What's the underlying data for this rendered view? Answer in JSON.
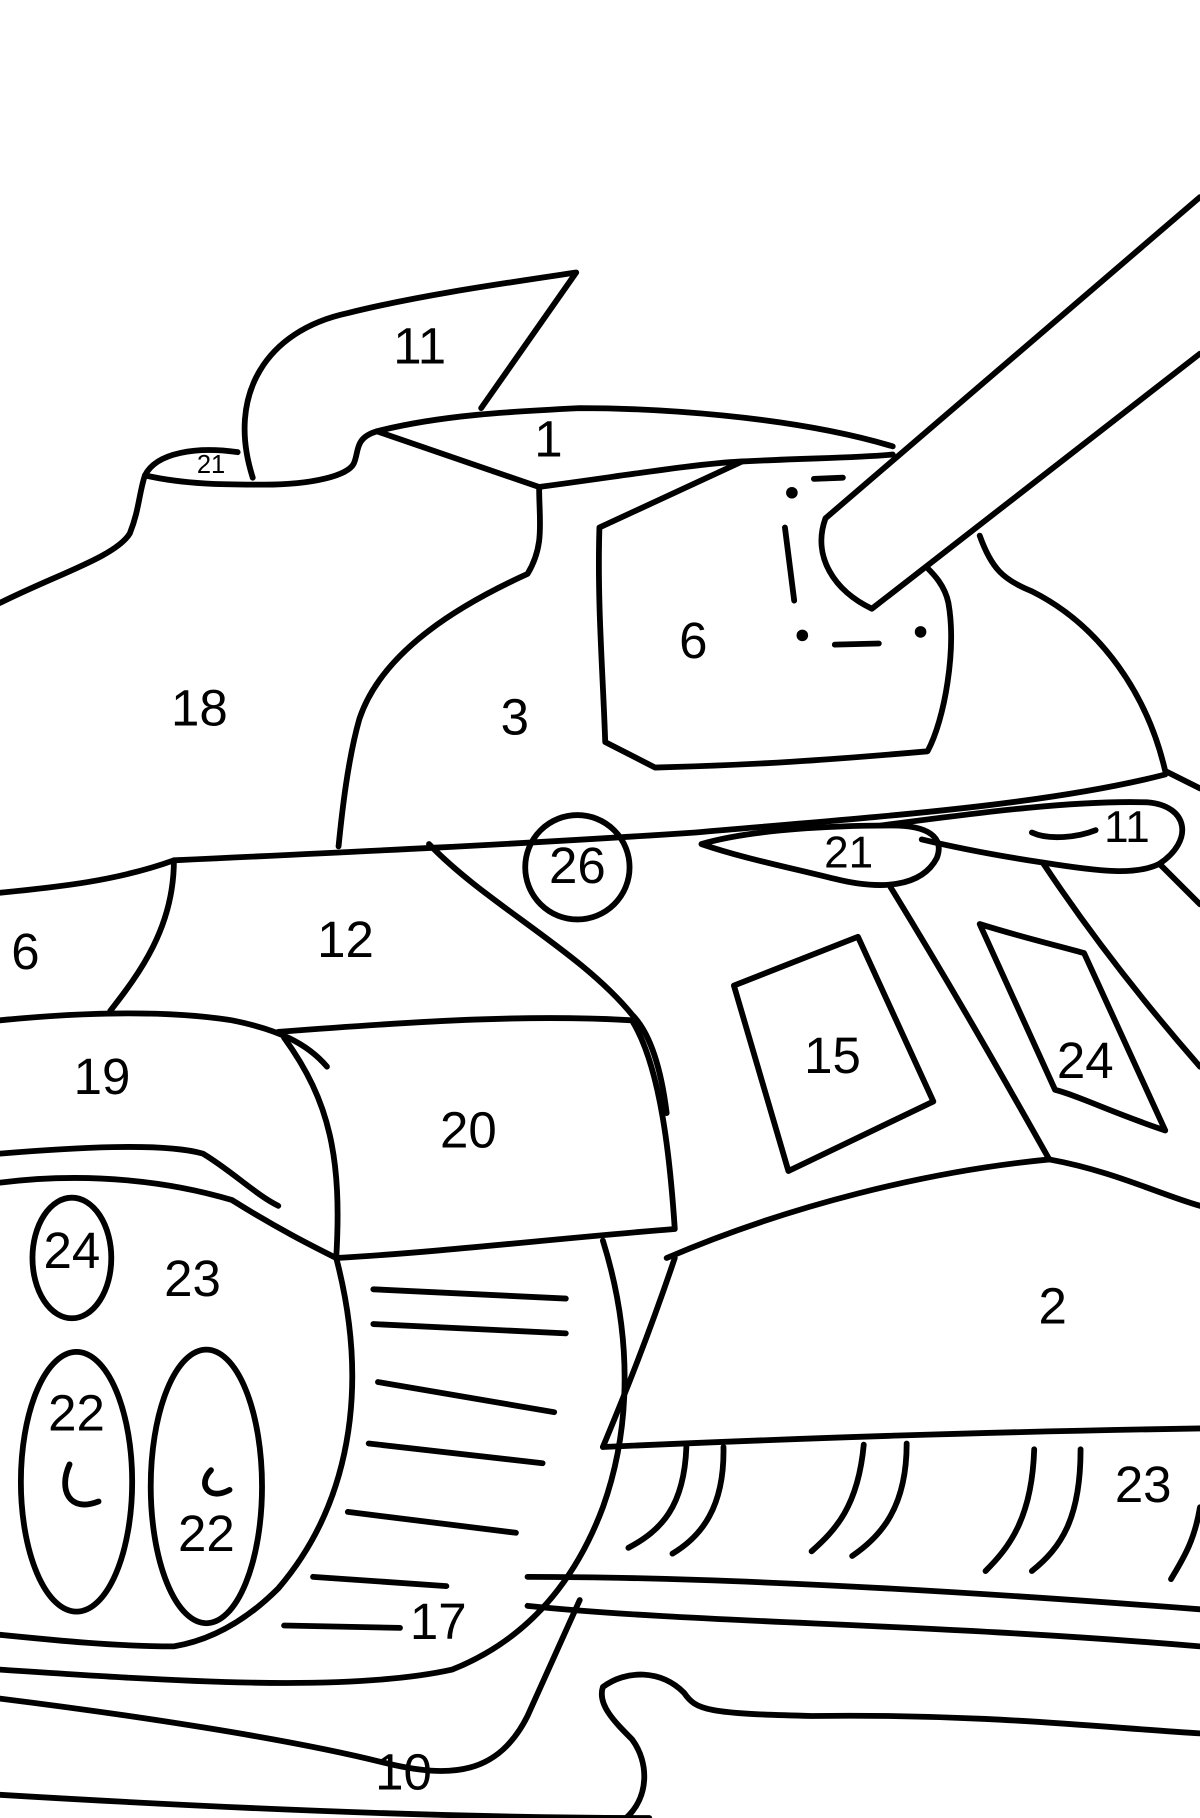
{
  "page": {
    "type": "color-by-number coloring page",
    "subject": "tank",
    "colors": {
      "line": "#000000",
      "background": "#ffffff"
    }
  },
  "regions": [
    {
      "id": "hatch-flap",
      "number": "11"
    },
    {
      "id": "hatch-rim",
      "number": "21"
    },
    {
      "id": "turret-top",
      "number": "1"
    },
    {
      "id": "turret-left",
      "number": "18"
    },
    {
      "id": "turret-front",
      "number": "3"
    },
    {
      "id": "gun-mantlet",
      "number": "6"
    },
    {
      "id": "hull-circle",
      "number": "26"
    },
    {
      "id": "hull-vent",
      "number": "21"
    },
    {
      "id": "hull-light",
      "number": "11"
    },
    {
      "id": "hull-side-left",
      "number": "6"
    },
    {
      "id": "hull-upper",
      "number": "12"
    },
    {
      "id": "window-left",
      "number": "15"
    },
    {
      "id": "window-right",
      "number": "24"
    },
    {
      "id": "fender-left",
      "number": "19"
    },
    {
      "id": "fender-front",
      "number": "20"
    },
    {
      "id": "hull-lower",
      "number": "2"
    },
    {
      "id": "wheel-hub",
      "number": "24"
    },
    {
      "id": "track-end",
      "number": "23"
    },
    {
      "id": "wheel-left",
      "number": "22"
    },
    {
      "id": "wheel-right",
      "number": "22"
    },
    {
      "id": "track-treads",
      "number": "17"
    },
    {
      "id": "track-side",
      "number": "23"
    },
    {
      "id": "ground",
      "number": "10"
    }
  ]
}
